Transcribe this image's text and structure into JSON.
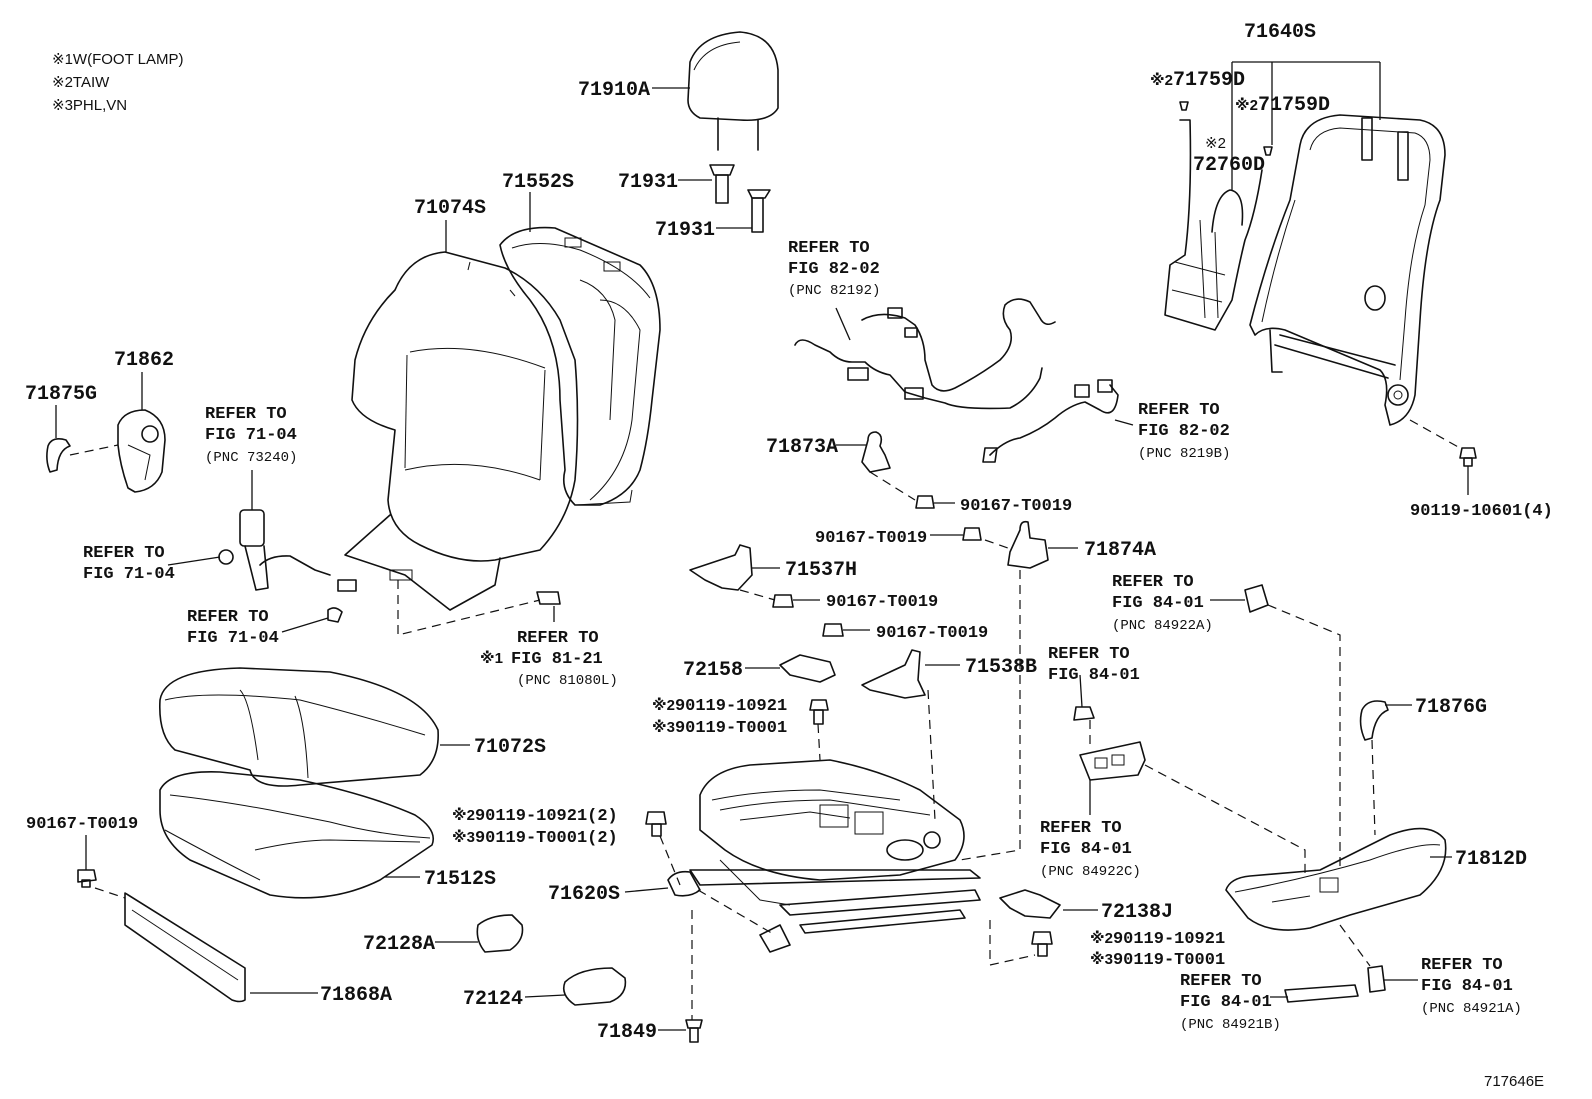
{
  "legend": [
    {
      "mark": "※1",
      "text": "W(FOOT LAMP)"
    },
    {
      "mark": "※2",
      "text": "TAIW"
    },
    {
      "mark": "※3",
      "text": "PHL,VN"
    }
  ],
  "parts": {
    "p71910A": "71910A",
    "p71931a": "71931",
    "p71931b": "71931",
    "p71074S": "71074S",
    "p71552S": "71552S",
    "p71640S": "71640S",
    "p71759D_1": "71759D",
    "p71759D_2": "71759D",
    "p72760D": "72760D",
    "p71862": "71862",
    "p71875G": "71875G",
    "p71873A": "71873A",
    "p71874A": "71874A",
    "p71537H": "71537H",
    "p72158": "72158",
    "p71538B": "71538B",
    "p71072S": "71072S",
    "p71512S": "71512S",
    "p71620S": "71620S",
    "p72128A": "72128A",
    "p72124": "72124",
    "p71849": "71849",
    "p71868A": "71868A",
    "p72138J": "72138J",
    "p71876G": "71876G",
    "p71812D": "71812D",
    "b90167a": "90167-T0019",
    "b90167b": "90167-T0019",
    "b90167c": "90167-T0019",
    "b90167d": "90167-T0019",
    "b90167e": "90167-T0019",
    "b90119_10601": "90119-10601(4)",
    "b90119_10921a": "90119-10921",
    "b90119_T0001a": "90119-T0001",
    "b90119_10921b": "90119-10921(2)",
    "b90119_T0001b": "90119-T0001(2)",
    "b90119_10921c": "90119-10921",
    "b90119_T0001c": "90119-T0001"
  },
  "marks": {
    "m1": "※1",
    "m2": "※2",
    "m3": "※3"
  },
  "refs": {
    "refer_to": "REFER TO",
    "fig_82_02": "FIG 82-02",
    "pnc_82192": "(PNC 82192)",
    "pnc_8219B": "(PNC 8219B)",
    "fig_71_04": "FIG 71-04",
    "pnc_73240": "(PNC 73240)",
    "fig_81_21": "FIG 81-21",
    "pnc_81080L": "(PNC 81080L)",
    "fig_84_01": "FIG 84-01",
    "pnc_84922A": "(PNC 84922A)",
    "pnc_84922C": "(PNC 84922C)",
    "pnc_84921B": "(PNC 84921B)",
    "pnc_84921A": "(PNC 84921A)"
  },
  "diagram_id": "717646E"
}
